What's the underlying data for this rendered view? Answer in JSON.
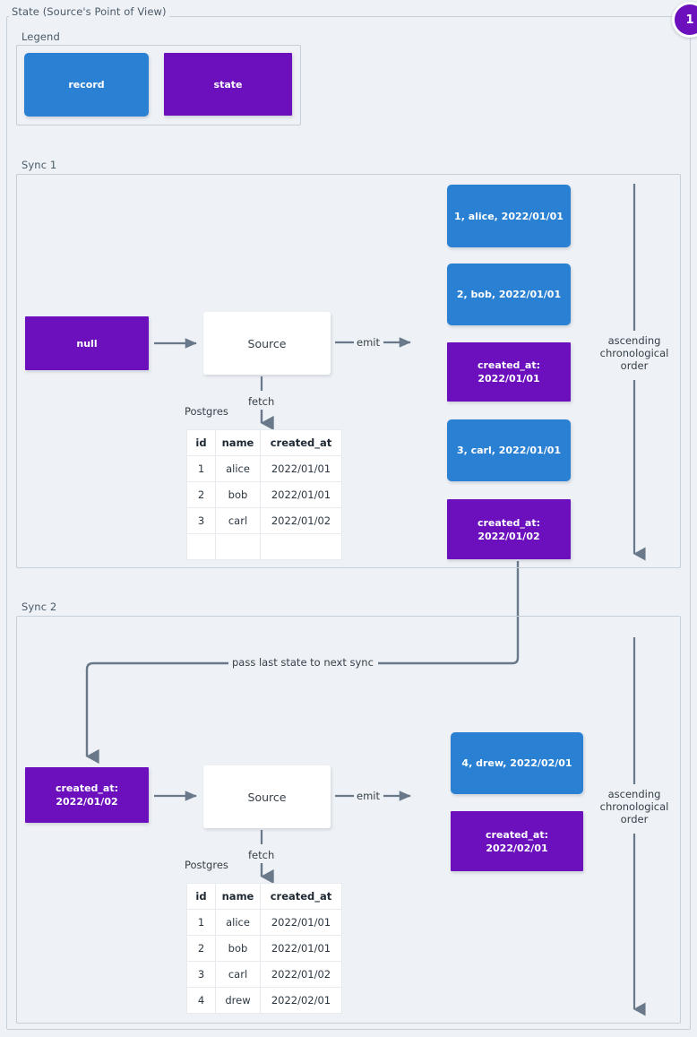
{
  "diagram": {
    "outer_panel_title": "State (Source's Point of View)",
    "legend": {
      "title": "Legend",
      "items": [
        {
          "label": "record",
          "type": "record",
          "color": "#2a80d2"
        },
        {
          "label": "state",
          "type": "state",
          "color": "#6c10bd"
        }
      ]
    },
    "badge": {
      "label": "1",
      "color": "#6c10bd"
    },
    "connector_labels": {
      "fetch": "fetch",
      "emit": "emit",
      "postgres": "Postgres",
      "pass_state": "pass last state to next sync",
      "order": "ascending chronological order"
    },
    "sync1": {
      "title": "Sync 1",
      "input_state": "null",
      "source_label": "Source",
      "db_label": "Postgres",
      "fetch_label": "fetch",
      "emit_label": "emit",
      "order_label": "ascending chronological order",
      "table": {
        "columns": [
          "id",
          "name",
          "created_at"
        ],
        "rows": [
          [
            "1",
            "alice",
            "2022/01/01"
          ],
          [
            "2",
            "bob",
            "2022/01/01"
          ],
          [
            "3",
            "carl",
            "2022/01/02"
          ],
          [
            "",
            "",
            ""
          ]
        ]
      },
      "emitted": [
        {
          "type": "record",
          "text": "1, alice, 2022/01/01"
        },
        {
          "type": "record",
          "text": "2, bob, 2022/01/01"
        },
        {
          "type": "state",
          "line1": "created_at:",
          "line2": "2022/01/01"
        },
        {
          "type": "record",
          "text": "3, carl, 2022/01/01"
        },
        {
          "type": "state",
          "line1": "created_at:",
          "line2": "2022/01/02"
        }
      ]
    },
    "sync2": {
      "title": "Sync 2",
      "input_state_line1": "created_at:",
      "input_state_line2": "2022/01/02",
      "source_label": "Source",
      "db_label": "Postgres",
      "fetch_label": "fetch",
      "emit_label": "emit",
      "order_label": "ascending chronological order",
      "table": {
        "columns": [
          "id",
          "name",
          "created_at"
        ],
        "rows": [
          [
            "1",
            "alice",
            "2022/01/01"
          ],
          [
            "2",
            "bob",
            "2022/01/01"
          ],
          [
            "3",
            "carl",
            "2022/01/02"
          ],
          [
            "4",
            "drew",
            "2022/02/01"
          ]
        ]
      },
      "emitted": [
        {
          "type": "record",
          "text": "4, drew, 2022/02/01"
        },
        {
          "type": "state",
          "line1": "created_at:",
          "line2": "2022/02/01"
        }
      ]
    }
  }
}
